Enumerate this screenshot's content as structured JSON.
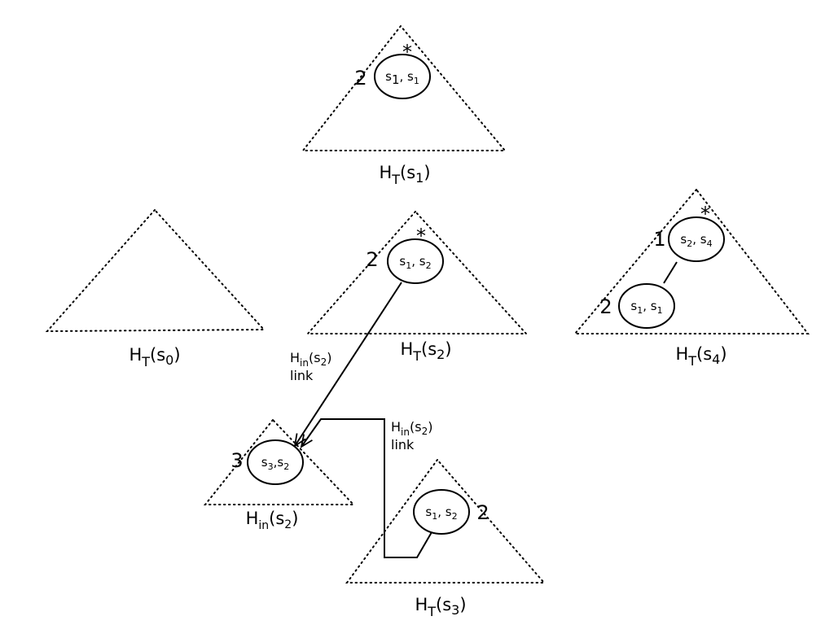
{
  "triangles": [
    {
      "id": "hts1",
      "label": "H",
      "label_sub": "T",
      "label_arg_pre": "(s",
      "label_arg_sub": "1",
      "label_arg_post": ")"
    },
    {
      "id": "hts0",
      "label": "H",
      "label_sub": "T",
      "label_arg_pre": "(s",
      "label_arg_sub": "0",
      "label_arg_post": ")"
    },
    {
      "id": "hts2",
      "label": "H",
      "label_sub": "T",
      "label_arg_pre": "(s",
      "label_arg_sub": "2",
      "label_arg_post": ")"
    },
    {
      "id": "hts4",
      "label": "H",
      "label_sub": "T",
      "label_arg_pre": "(s",
      "label_arg_sub": "4",
      "label_arg_post": ")"
    },
    {
      "id": "hin",
      "label": "H",
      "label_sub": "in",
      "label_arg_pre": "(s",
      "label_arg_sub": "2",
      "label_arg_post": ")"
    },
    {
      "id": "hts3",
      "label": "H",
      "label_sub": "T",
      "label_arg_pre": "(s",
      "label_arg_sub": "3",
      "label_arg_post": ")"
    }
  ],
  "nodes": [
    {
      "id": "n_s1s1_top",
      "a": "s",
      "a_sub": "1",
      "sep": ", ",
      "b": "s",
      "b_sub": "1",
      "count": "2",
      "marked": "*"
    },
    {
      "id": "n_s1s2_mid",
      "a": "s",
      "a_sub": "1",
      "sep": ", ",
      "b": "s",
      "b_sub": "2",
      "count": "2",
      "marked": "*"
    },
    {
      "id": "n_s2s4",
      "a": "s",
      "a_sub": "2",
      "sep": ", ",
      "b": "s",
      "b_sub": "4",
      "count": "1",
      "marked": "*"
    },
    {
      "id": "n_s1s1_right",
      "a": "s",
      "a_sub": "1",
      "sep": ", ",
      "b": "s",
      "b_sub": "1",
      "count": "2",
      "marked": ""
    },
    {
      "id": "n_s3s2",
      "a": "s",
      "a_sub": "3",
      "sep": ",",
      "b": "s",
      "b_sub": "2",
      "count": "3",
      "marked": ""
    },
    {
      "id": "n_s1s2_bottom",
      "a": "s",
      "a_sub": "1",
      "sep": ", ",
      "b": "s",
      "b_sub": "2",
      "count": "2",
      "marked": ""
    }
  ],
  "links": [
    {
      "id": "link1",
      "line1_pre": "H",
      "line1_sub": "in",
      "line1_arg_pre": "(s",
      "line1_arg_sub": "2",
      "line1_arg_post": ")",
      "line2": "link"
    },
    {
      "id": "link2",
      "line1_pre": "H",
      "line1_sub": "in",
      "line1_arg_pre": "(s",
      "line1_arg_sub": "2",
      "line1_arg_post": ")",
      "line2": "link"
    }
  ]
}
